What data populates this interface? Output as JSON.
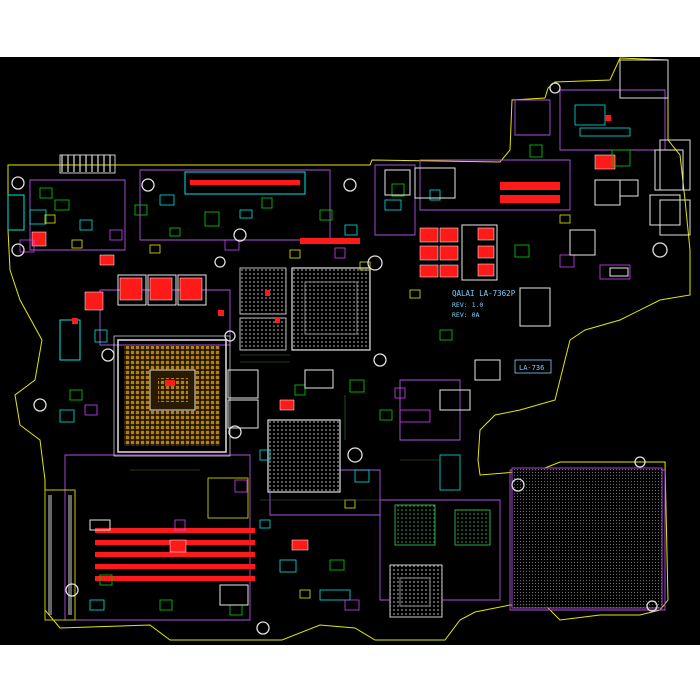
{
  "board": {
    "silkscreen": {
      "model_line1": "QALAI LA-7362P",
      "model_line2": "REV: 1.0",
      "model_line3": "REV: 0A",
      "badge": "LA-736"
    },
    "colors": {
      "background": "#000000",
      "outline": "#e6e600",
      "component_red": "#ff1a1a",
      "component_green": "#00c000",
      "component_cyan": "#00e5e5",
      "component_magenta": "#d040ff",
      "bga_gold": "#b08010",
      "bga_grid": "#c0c0c0",
      "silk_blue": "#7fd0ff"
    }
  }
}
